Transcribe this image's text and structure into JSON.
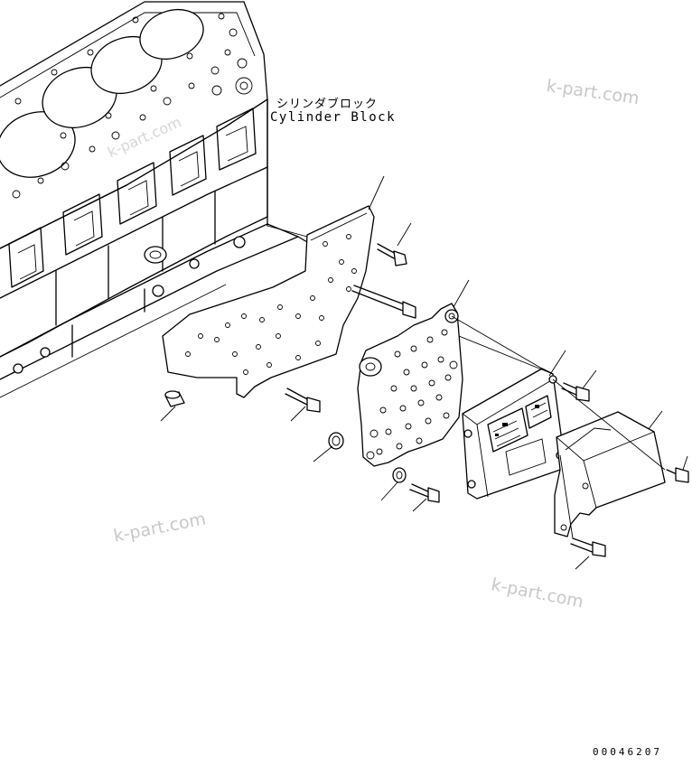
{
  "labels": {
    "cylinder_block_jp": "シリンダブロック",
    "cylinder_block_en": "Cylinder Block"
  },
  "reference_number": "00046207",
  "watermarks": [
    "k-part.com",
    "k-part.com",
    "k-part.com",
    "k-part.com"
  ]
}
